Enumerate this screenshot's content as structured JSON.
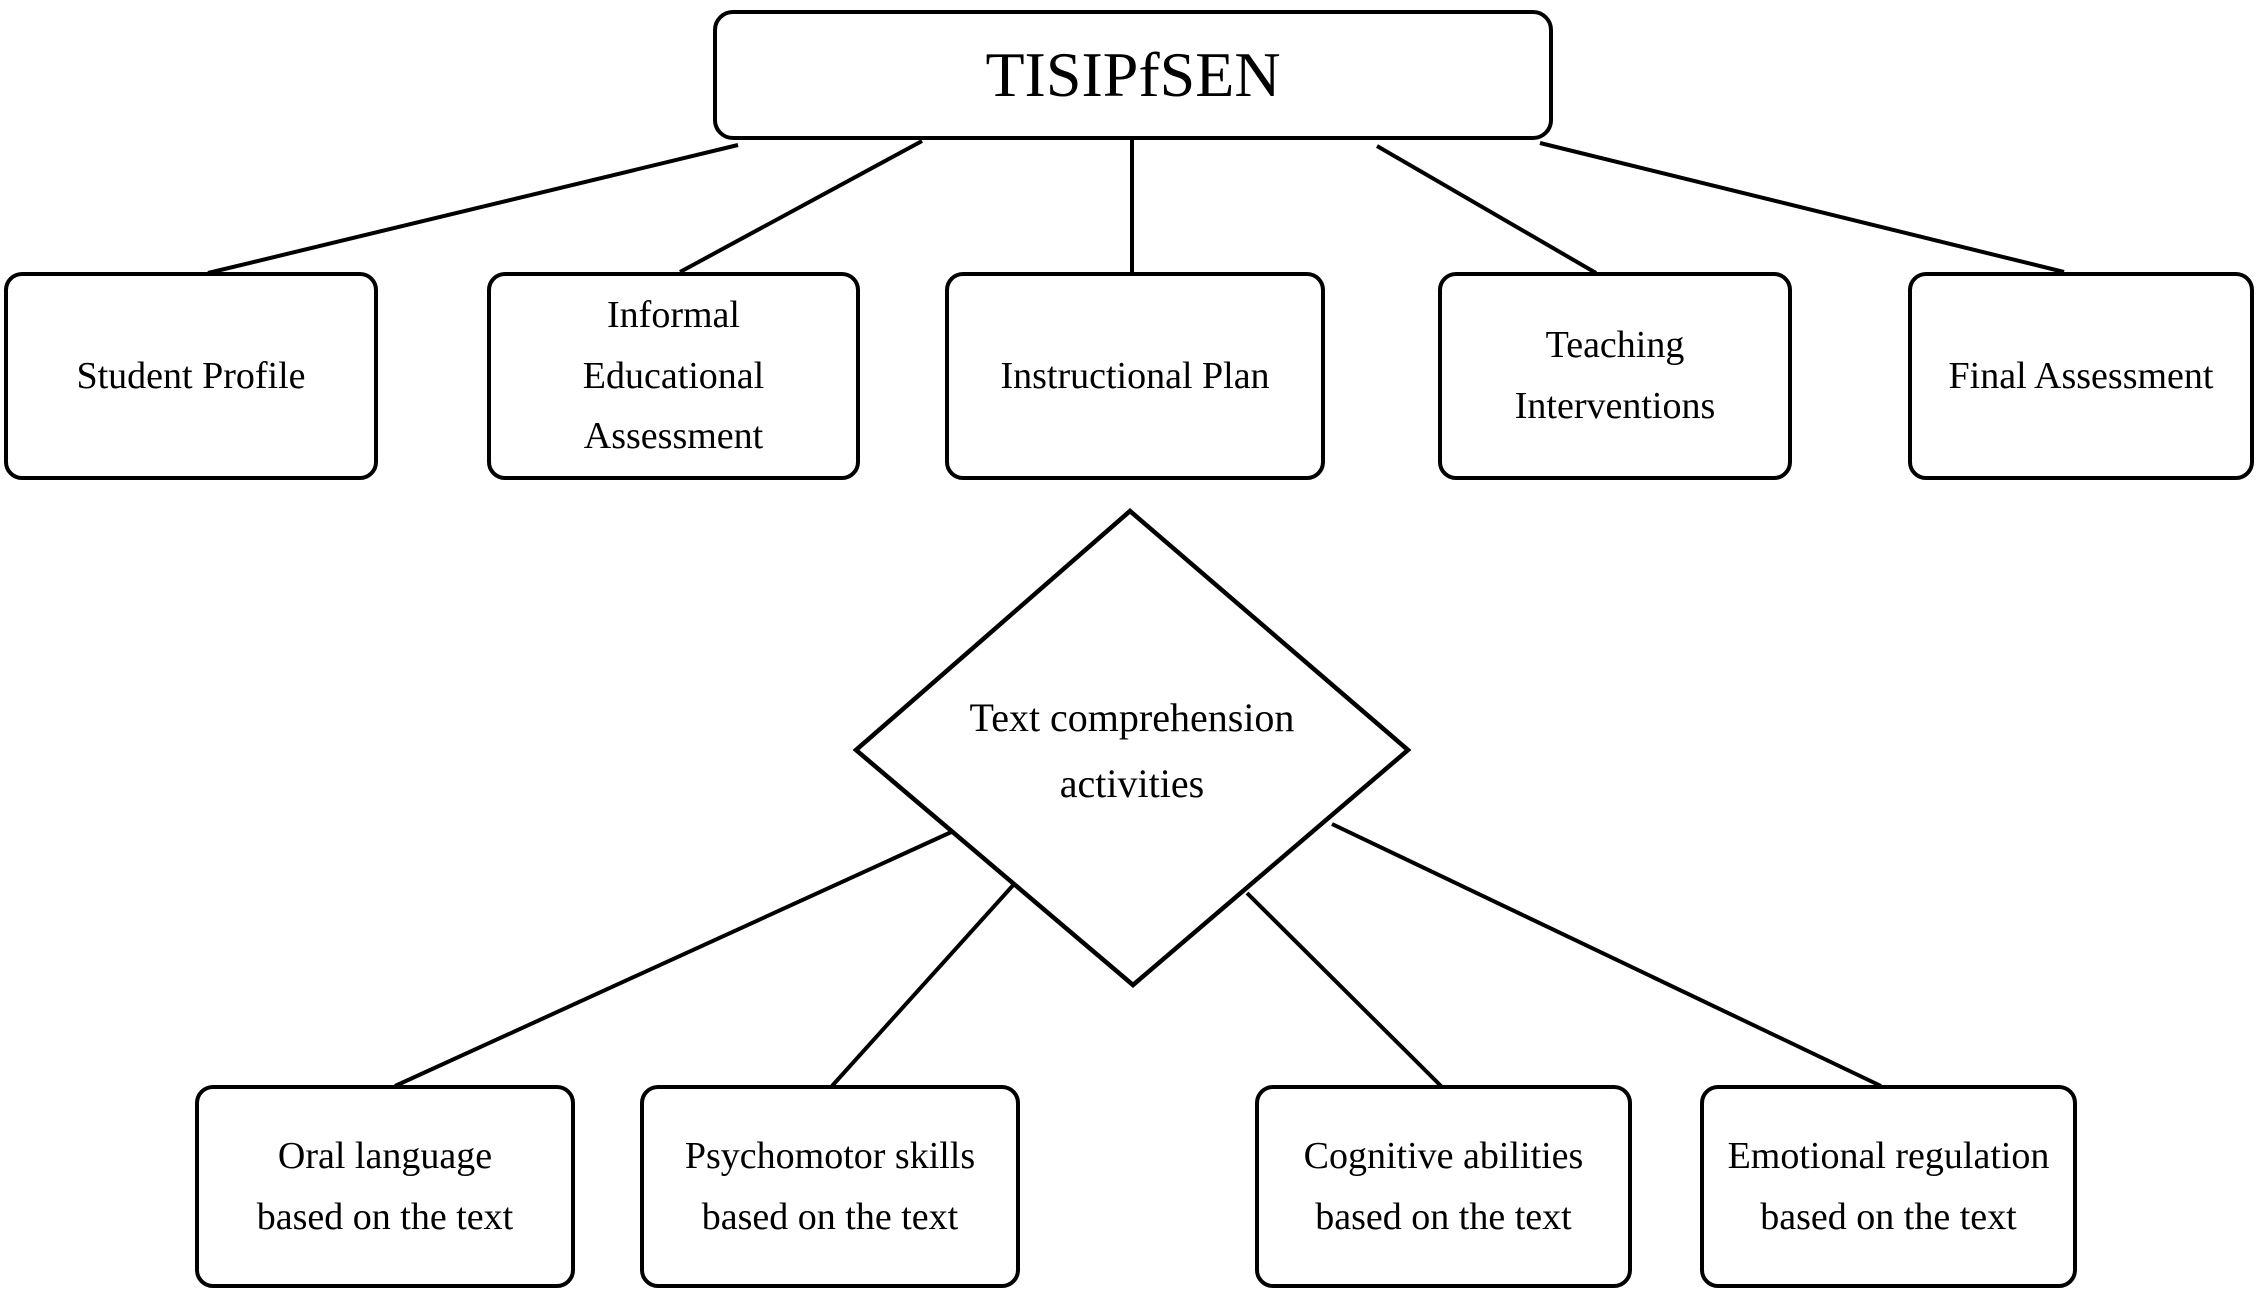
{
  "diagram": {
    "background_color": "#ffffff",
    "line_color": "#000000",
    "node_fill_color": "#ffffff",
    "root": {
      "label": "TISIPfSEN"
    },
    "level2": [
      {
        "label": "Student Profile"
      },
      {
        "label": "Informal Educational Assessment"
      },
      {
        "label": "Instructional Plan"
      },
      {
        "label": "Teaching Interventions"
      },
      {
        "label": "Final Assessment"
      }
    ],
    "decision": {
      "label": "Text comprehension activities",
      "shape": "diamond"
    },
    "level3": [
      {
        "label": "Oral language based on the text"
      },
      {
        "label": "Psychomotor skills based on the text"
      },
      {
        "label": "Cognitive abilities based on the text"
      },
      {
        "label": "Emotional regulation based on the text"
      }
    ],
    "edges": [
      {
        "from": "TISIPfSEN",
        "to": "Student Profile"
      },
      {
        "from": "TISIPfSEN",
        "to": "Informal Educational Assessment"
      },
      {
        "from": "TISIPfSEN",
        "to": "Instructional Plan"
      },
      {
        "from": "TISIPfSEN",
        "to": "Teaching Interventions"
      },
      {
        "from": "TISIPfSEN",
        "to": "Final Assessment"
      },
      {
        "from": "Text comprehension activities",
        "to": "Oral language based on the text"
      },
      {
        "from": "Text comprehension activities",
        "to": "Psychomotor skills based on the text"
      },
      {
        "from": "Text comprehension activities",
        "to": "Cognitive abilities based on the text"
      },
      {
        "from": "Text comprehension activities",
        "to": "Emotional regulation based on the text"
      }
    ]
  }
}
